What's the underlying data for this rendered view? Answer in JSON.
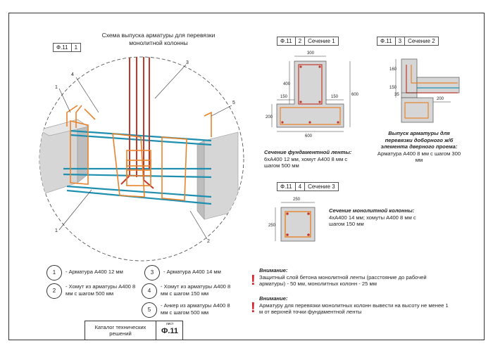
{
  "main_view": {
    "tag": {
      "code": "Ф.11",
      "num": "1"
    },
    "title_line1": "Схема выпуска арматуры для перевязки",
    "title_line2": "монолитной колонны",
    "callouts": [
      "1",
      "4",
      "3",
      "5",
      "1",
      "2"
    ]
  },
  "section1": {
    "tag": {
      "code": "Ф.11",
      "num": "2",
      "label": "Сечение 1"
    },
    "dims": {
      "top": "300",
      "left400": "400",
      "left150": "150",
      "right150": "150",
      "right600": "600",
      "bottom600": "600",
      "left200": "200"
    },
    "caption_title": "Сечение фундаментной ленты:",
    "caption_body": "6хА400 12 мм, хомут А400 8 мм с шагом 500 мм"
  },
  "section2": {
    "tag": {
      "code": "Ф.11",
      "num": "3",
      "label": "Сечение 2"
    },
    "dims": {
      "d160": "160",
      "d150": "150",
      "d35": "35",
      "d200": "200"
    },
    "caption_title": "Выпуск арматуры для перевязки доборного ж/б элемента дверного проема:",
    "caption_body": "Арматура А400 8 мм с шагом 300 мм"
  },
  "section3": {
    "tag": {
      "code": "Ф.11",
      "num": "4",
      "label": "Сечение 3"
    },
    "dims": {
      "top": "250",
      "left": "250"
    },
    "caption_title": "Сечение монолитной колонны:",
    "caption_body": "4хА400 14 мм; хомуты А400 8 мм с шагом 150 мм"
  },
  "legend": [
    {
      "num": "1",
      "text": "- Арматура А400 12 мм"
    },
    {
      "num": "2",
      "text": "- Хомут из арматуры А400 8 мм с шагом 500 мм"
    },
    {
      "num": "3",
      "text": "- Арматура А400 14 мм"
    },
    {
      "num": "4",
      "text": "- Хомут из арматуры А400 8 мм с шагом 150 мм"
    },
    {
      "num": "5",
      "text": "- Анкер из арматуры А400 8 мм с шагом 500 мм"
    }
  ],
  "notes": [
    {
      "title": "Внимание:",
      "text": "Защитный слой бетона монолитной ленты (расстояние до рабочей арматуры) - 50 мм, монолитных колонн - 25 мм"
    },
    {
      "title": "Внимание:",
      "text": "Арматуру для перевязки монолитных колонн вывести на высоту не менее 1 м от верхней точки фундаментной ленты"
    }
  ],
  "stamp": {
    "catalog": "Каталог технических решений",
    "sheet_label": "лист",
    "sheet_code": "Ф.11"
  },
  "colors": {
    "rebar_blue": "#1f8fb0",
    "rebar_orange": "#e8832a",
    "rebar_red": "#c0392b",
    "concrete": "#d6d6d6",
    "warning": "#d31f2a"
  }
}
